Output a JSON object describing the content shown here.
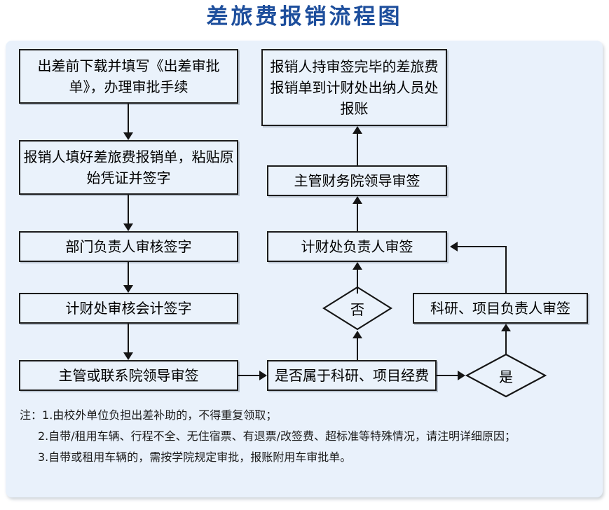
{
  "title": "差旅费报销流程图",
  "theme": {
    "title_color": "#1d4e9c",
    "panel_bg": "#e9f1fb",
    "node_bg": "#eaf2fb",
    "node_border": "#1c1c1c",
    "connector_color": "#151515"
  },
  "nodes": {
    "apply_form": "出差前下载并填写《出差审批单》，办理审批手续",
    "fill_claim": "报销人填好差旅费报销单，粘贴原始凭证并签字",
    "dept_head": "部门负责人审核签字",
    "finance_accountant": "计财处审核会计签字",
    "supervising_leader": "主管或联系院领导审签",
    "is_research_fund": "是否属于科研、项目经费",
    "research_head": "科研、项目负责人审签",
    "finance_head": "计财处负责人审签",
    "finance_vice_president": "主管财务院领导审签",
    "cashier_settle": "报销人持审签完毕的差旅费报销单到计财处出纳人员处报账"
  },
  "decisions": {
    "no": "否",
    "yes": "是"
  },
  "notes": {
    "prefix": "注：",
    "items": [
      "1.由校外单位负担出差补助的，不得重复领取；",
      "2.自带/租用车辆、行程不全、无住宿票、有退票/改签费、超标准等特殊情况，请注明详细原因；",
      "3.自带或租用车辆的，需按学院规定审批，报账附用车审批单。"
    ]
  }
}
